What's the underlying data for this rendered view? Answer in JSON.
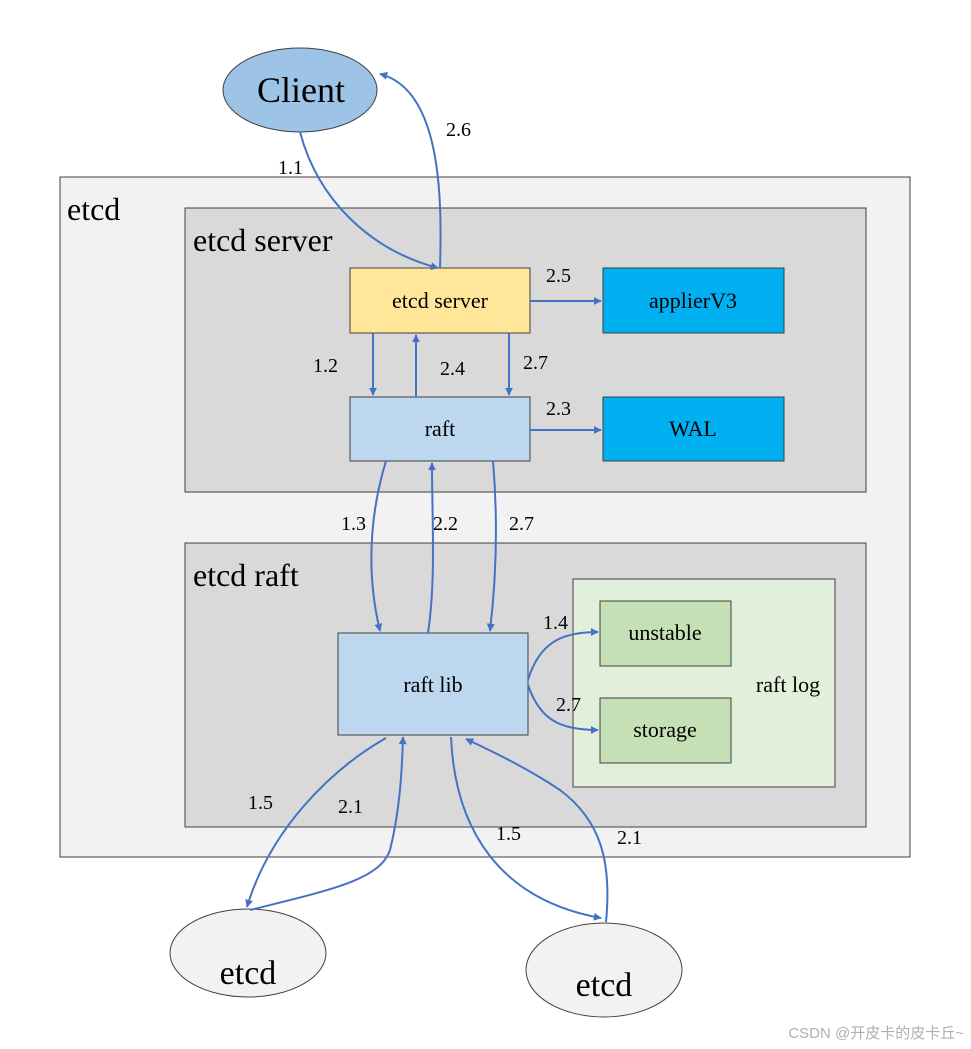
{
  "nodes": {
    "client": "Client",
    "etcd_container": "etcd",
    "server_group": "etcd server",
    "etcd_server_box": "etcd server",
    "applier": "applierV3",
    "raft_box": "raft",
    "wal": "WAL",
    "raft_group": "etcd raft",
    "raft_lib": "raft lib",
    "raft_log": "raft log",
    "unstable": "unstable",
    "storage": "storage",
    "peer_left": "etcd",
    "peer_right": "etcd"
  },
  "edges": {
    "e11": "1.1",
    "e26": "2.6",
    "e25": "2.5",
    "e12": "1.2",
    "e24": "2.4",
    "e27a": "2.7",
    "e23": "2.3",
    "e13": "1.3",
    "e22": "2.2",
    "e27b": "2.7",
    "e14": "1.4",
    "e27c": "2.7",
    "e15a": "1.5",
    "e21a": "2.1",
    "e15b": "1.5",
    "e21b": "2.1"
  },
  "watermark": "CSDN @开皮卡的皮卡丘~",
  "colors": {
    "arrow": "#4472c4",
    "client_fill": "#9dc3e6",
    "server_fill": "#ffe699",
    "blue_box": "#bdd7ee",
    "cyan_box": "#00b0f0",
    "outer_fill": "#f2f2f2",
    "group_fill": "#d9d9d9",
    "log_fill": "#e2efda",
    "log_item_fill": "#c5e0b4"
  }
}
